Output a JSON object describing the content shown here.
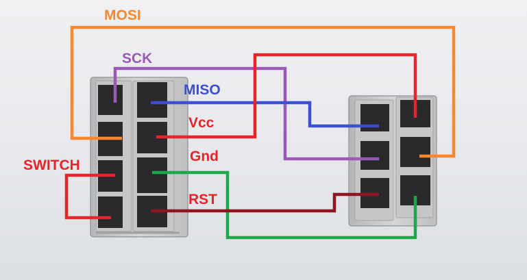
{
  "labels": {
    "mosi": "MOSI",
    "sck": "SCK",
    "miso": "MISO",
    "vcc": "Vcc",
    "gnd": "Gnd",
    "switch": "SWITCH",
    "rst": "RST"
  },
  "colors": {
    "mosi": "#f7882f",
    "sck": "#9b59b6",
    "miso": "#3b4fd0",
    "vcc": "#e8242b",
    "gnd": "#1aa84a",
    "switch": "#e8242b",
    "rst": "#8b1520",
    "connector_body": "#c9cbcc",
    "pin_socket": "#2a2a2c"
  },
  "components": {
    "left_connector": "dual-row pin header block",
    "right_connector": "2x3 pin header block"
  }
}
